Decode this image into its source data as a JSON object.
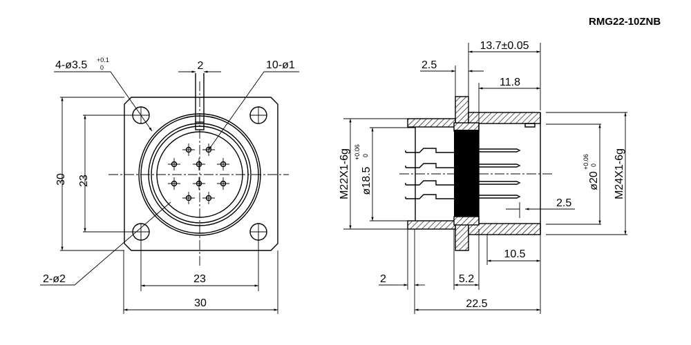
{
  "title": "RMG22-10ZNB",
  "front_view": {
    "mount_holes_label": "4-ø3.5",
    "mount_holes_tol_upper": "+0.1",
    "mount_holes_tol_lower": "0",
    "contacts_label": "10-ø1",
    "guide_label": "2-ø2",
    "key_width": "2",
    "height_outer": "30",
    "height_hole_pitch": "23",
    "width_hole_pitch": "23",
    "width_outer": "30"
  },
  "side_view": {
    "flange_to_end": "13.7±0.05",
    "flange_thickness": "2.5",
    "sleeve_length": "11.8",
    "thread_length": "10.5",
    "insulator_length": "5.2",
    "rear_step": "2",
    "overall_length": "22.5",
    "pin_recess": "2.5",
    "rear_thread": "M22X1-6g",
    "rear_bore": "ø18.5",
    "rear_bore_tol_upper": "+0.06",
    "rear_bore_tol_lower": "0",
    "front_bore": "ø20",
    "front_bore_tol_upper": "+0.06",
    "front_bore_tol_lower": "0",
    "front_thread": "M24X1-6g"
  }
}
